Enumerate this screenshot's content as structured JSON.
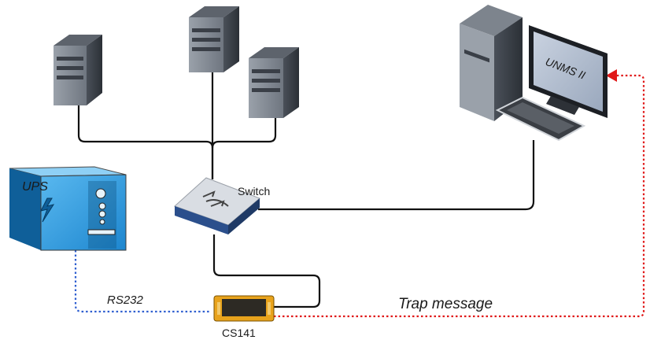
{
  "nodes": {
    "switch": {
      "label": "Switch"
    },
    "ups": {
      "label": "UPS"
    },
    "cs141": {
      "label": "CS141"
    },
    "workstation": {
      "screen_label": "UNMS II"
    }
  },
  "links": {
    "rs232": {
      "label": "RS232",
      "style": "dotted",
      "color": "#2f5fd0"
    },
    "trap": {
      "label": "Trap message",
      "style": "dotted",
      "color": "#e01818"
    },
    "ethernet": {
      "style": "solid",
      "color": "#111111"
    }
  },
  "colors": {
    "server_dark": "#3a3f47",
    "server_light": "#8c939c",
    "ups_blue": "#1f8fd6",
    "switch_blue": "#2b4f8c",
    "cs141_orange": "#e8a31c"
  }
}
